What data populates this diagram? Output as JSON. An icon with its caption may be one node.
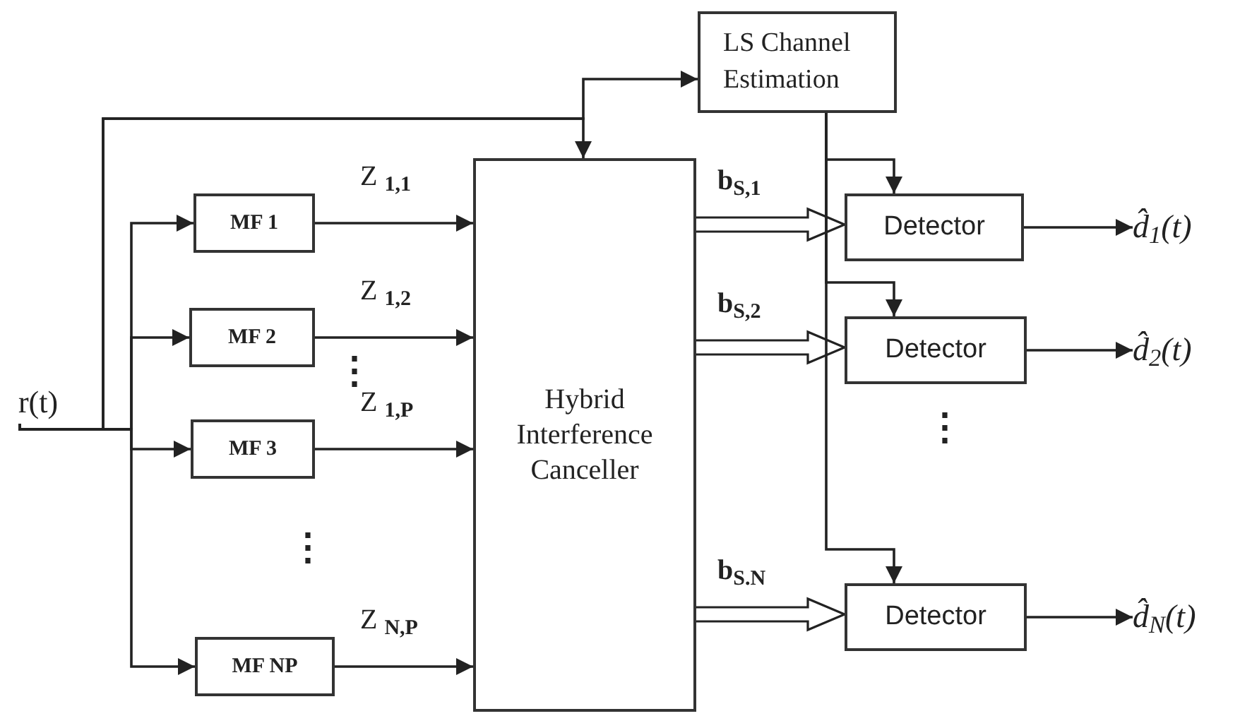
{
  "diagram": {
    "nodes": [
      {
        "text": [
          "r(t)"
        ]
      },
      {
        "text": [
          "LS Channel Estimation"
        ]
      },
      {
        "text": [
          "MF 1"
        ]
      },
      {
        "text": [
          "MF 2"
        ]
      },
      {
        "text": [
          "MF 3"
        ]
      },
      {
        "text": [
          "MF NP"
        ]
      },
      {
        "text": [
          "Hybrid Interference Canceller"
        ]
      },
      {
        "text": [
          "Detector"
        ]
      },
      {
        "text": [
          "Detector"
        ]
      },
      {
        "text": [
          "Detector"
        ]
      },
      {
        "text": [
          "d̂$_{1}$(t)"
        ]
      },
      {
        "text": [
          "d̂$_{2}$(t)"
        ]
      },
      {
        "text": [
          "d̂$_{N}$(t)"
        ]
      }
    ],
    "edges": [
      {
        "from": 0,
        "to": 1,
        "arrow": "to"
      },
      {
        "from": 0,
        "to": 6,
        "arrow": "to"
      },
      {
        "from": 0,
        "to": 2,
        "arrow": "to"
      },
      {
        "from": 0,
        "to": 3,
        "arrow": "to"
      },
      {
        "from": 0,
        "to": 4,
        "arrow": "to"
      },
      {
        "from": 0,
        "to": 5,
        "arrow": "to"
      },
      {
        "from": 2,
        "to": 6,
        "arrow": "to",
        "label": "Z $_{1,1}$"
      },
      {
        "from": 3,
        "to": 6,
        "arrow": "to",
        "label": "Z $_{1,2}$"
      },
      {
        "from": 4,
        "to": 6,
        "arrow": "to",
        "label": "Z $_{1,P}$"
      },
      {
        "from": 5,
        "to": 6,
        "arrow": "to",
        "label": "Z $_{N,P}$"
      },
      {
        "from": 6,
        "to": 7,
        "arrow": "to",
        "label": "b$_{S,1}$",
        "style": "thick"
      },
      {
        "from": 6,
        "to": 8,
        "arrow": "to",
        "label": "b$_{S,2}$",
        "style": "thick"
      },
      {
        "from": 6,
        "to": 9,
        "arrow": "to",
        "label": "b$_{S.N}$",
        "style": "thick"
      },
      {
        "from": 1,
        "to": 7,
        "arrow": "to"
      },
      {
        "from": 1,
        "to": 8,
        "arrow": "to"
      },
      {
        "from": 1,
        "to": 9,
        "arrow": "to"
      },
      {
        "from": 7,
        "to": 10,
        "arrow": "to"
      },
      {
        "from": 8,
        "to": 11,
        "arrow": "to"
      },
      {
        "from": 9,
        "to": 12,
        "arrow": "to"
      }
    ],
    "labels": [
      "⋮",
      "⋮",
      "⋮"
    ]
  }
}
